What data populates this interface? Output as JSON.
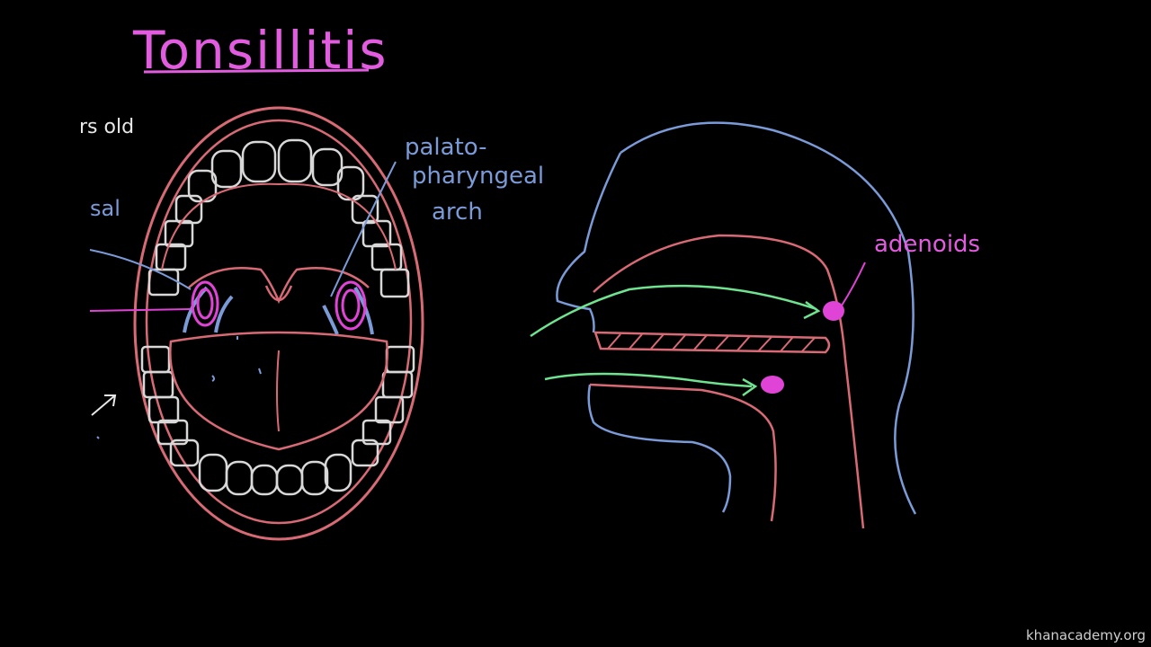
{
  "title": "Tonsillitis",
  "labels": {
    "years_old_partial": "rs old",
    "sal_partial": "sal",
    "palato_line1": "palato-",
    "palato_line2": "pharyngeal",
    "palato_line3": "arch",
    "adenoids": "adenoids"
  },
  "watermark": "khanacademy.org",
  "colors": {
    "background": "#000000",
    "title": "#e25ce0",
    "lip_outline": "#d86a76",
    "teeth": "#d8d8d8",
    "arch_blue": "#7b9bd8",
    "tonsil_magenta": "#e044d6",
    "airflow_green": "#6fe38f",
    "head_outline": "#7b9bd8"
  }
}
